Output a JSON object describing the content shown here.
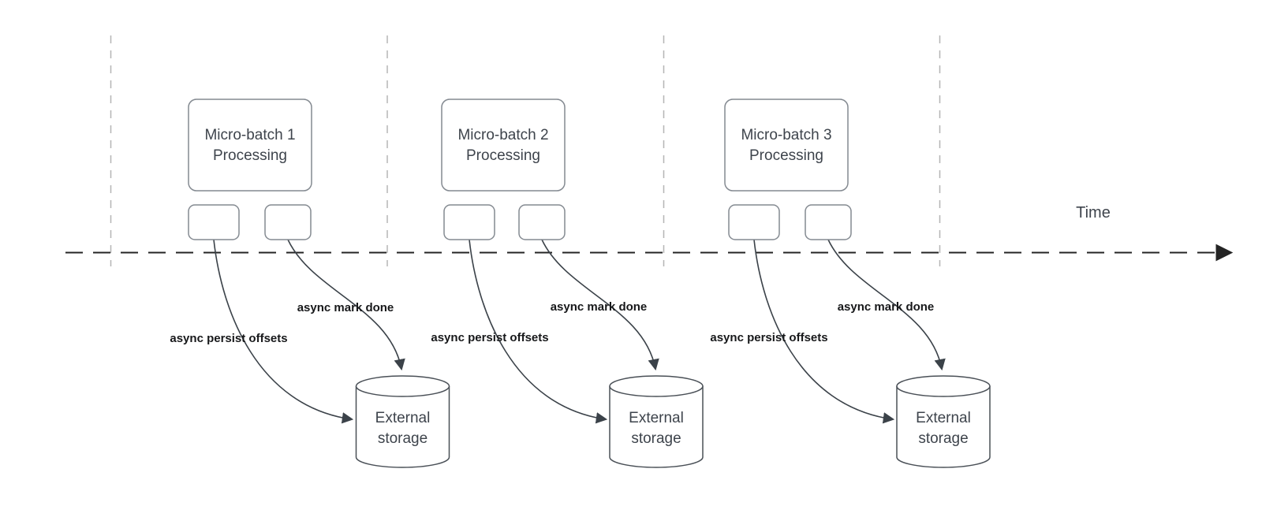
{
  "diagram": {
    "time_axis": {
      "label": "Time"
    },
    "sections": [
      {
        "id": "micro-batch-1",
        "processing_box": [
          "Micro-batch 1",
          "Processing"
        ],
        "persist_arrow_label": "async persist offsets",
        "mark_done_arrow_label": "async mark done",
        "storage": [
          "External",
          "storage"
        ]
      },
      {
        "id": "micro-batch-2",
        "processing_box": [
          "Micro-batch 2",
          "Processing"
        ],
        "persist_arrow_label": "async persist offsets",
        "mark_done_arrow_label": "async mark done",
        "storage": [
          "External",
          "storage"
        ]
      },
      {
        "id": "micro-batch-3",
        "processing_box": [
          "Micro-batch 3",
          "Processing"
        ],
        "persist_arrow_label": "async persist offsets",
        "mark_done_arrow_label": "async mark done",
        "storage": [
          "External",
          "storage"
        ]
      }
    ],
    "colors": {
      "background": "#ffffff",
      "time_axis": "#242424",
      "guide_lines": "#b5b5b5",
      "box_stroke": "#848a91",
      "cylinder_stroke": "#4a5057",
      "connector": "#3b4249",
      "node_text": "#3e444c",
      "edge_label_text": "#17181a"
    }
  }
}
